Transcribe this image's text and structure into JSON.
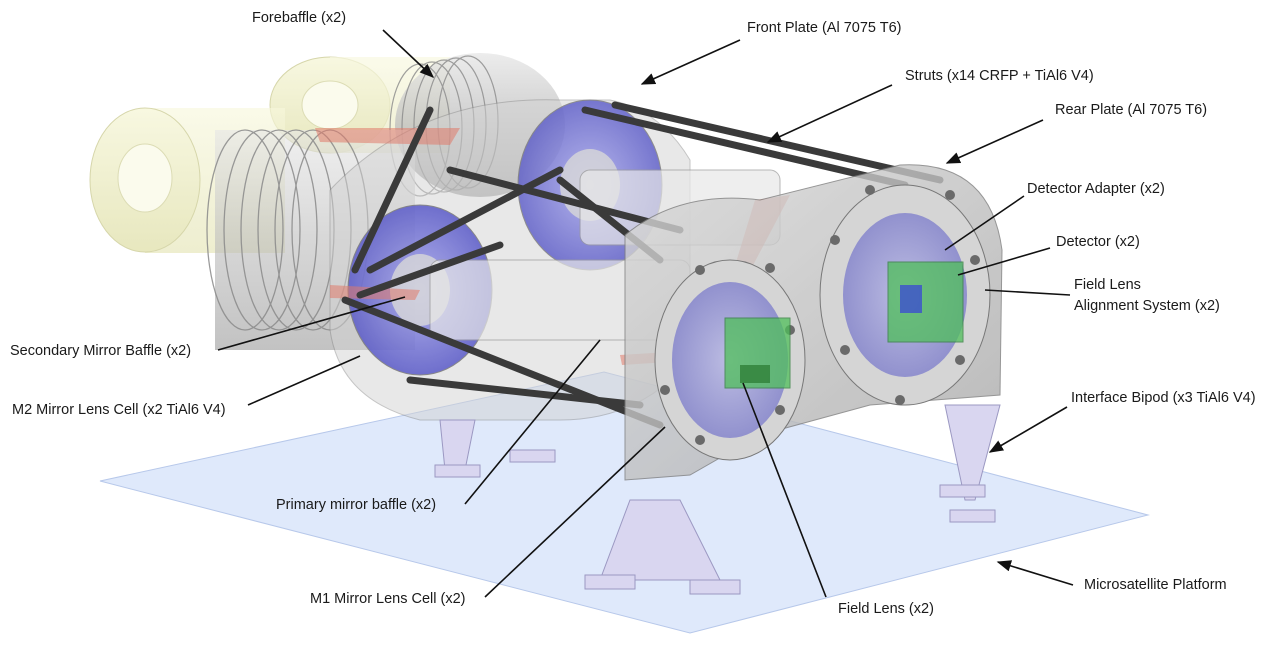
{
  "labels": {
    "forebaffle": "Forebaffle (x2)",
    "front_plate": "Front Plate (Al 7075 T6)",
    "struts": "Struts (x14 CRFP + TiAl6 V4)",
    "rear_plate": "Rear Plate (Al 7075 T6)",
    "detector_adapter": "Detector Adapter (x2)",
    "detector": "Detector (x2)",
    "field_lens_alignment_line1": "Field Lens",
    "field_lens_alignment_line2": "Alignment System (x2)",
    "secondary_mirror_baffle": "Secondary Mirror Baffle (x2)",
    "m2_mirror_lens_cell": "M2 Mirror Lens Cell (x2 TiAl6 V4)",
    "interface_bipod": "Interface Bipod (x3 TiAl6 V4)",
    "primary_mirror_baffle": "Primary mirror baffle (x2)",
    "m1_mirror_lens_cell": "M1 Mirror Lens Cell (x2)",
    "field_lens": "Field Lens (x2)",
    "microsatellite_platform": "Microsatellite Platform"
  },
  "colors": {
    "platform": "#dfe9fb",
    "glass": "#c9c9c9",
    "forebaffle": "#f2f2c8",
    "mirror": "#6f6fd6",
    "detector": "#4fbf5a",
    "strut": "#3a3a3a",
    "red_accent": "#e07a6a",
    "arrow": "#111111"
  }
}
